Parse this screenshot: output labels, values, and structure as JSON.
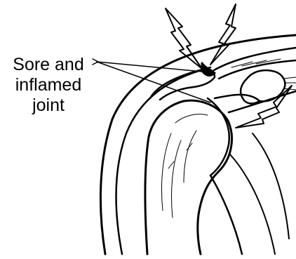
{
  "annotation": {
    "lines": [
      "Sore and",
      "inflamed",
      "joint"
    ]
  },
  "colors": {
    "ink": "#000000",
    "background": "#ffffff"
  }
}
